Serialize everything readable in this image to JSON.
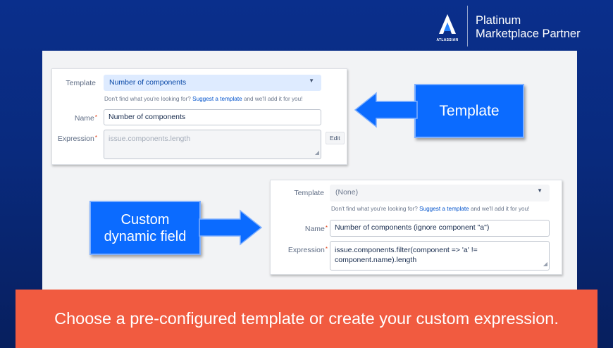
{
  "partner": {
    "brand": "ATLASSIAN",
    "line1": "Platinum",
    "line2": "Marketplace Partner"
  },
  "card_template": {
    "template_label": "Template",
    "template_value": "Number of components",
    "hint_pre": "Don't find what you're looking for?",
    "hint_link": "Suggest a template",
    "hint_post": "and we'll add it for you!",
    "name_label": "Name",
    "name_value": "Number of components",
    "expression_label": "Expression",
    "expression_value": "issue.components.length",
    "edit_label": "Edit"
  },
  "card_custom": {
    "template_label": "Template",
    "template_value": "(None)",
    "hint_pre": "Don't find what you're looking for?",
    "hint_link": "Suggest a template",
    "hint_post": "and we'll add it for you!",
    "name_label": "Name",
    "name_value": "Number of components (ignore component \"a\")",
    "expression_label": "Expression",
    "expression_line1": "issue.components.filter(component => 'a' !=",
    "expression_line2": "component.name).length"
  },
  "callouts": {
    "template": "Template",
    "custom_line1": "Custom",
    "custom_line2": "dynamic field"
  },
  "banner": "Choose a pre-configured template or create your custom expression.",
  "colors": {
    "background": "#0a2f8c",
    "callout": "#0b6bff",
    "banner": "#f15b40",
    "link": "#0052cc"
  },
  "icons": {
    "required": "asterisk",
    "dropdown": "caret-down",
    "resize": "resize-grip"
  }
}
